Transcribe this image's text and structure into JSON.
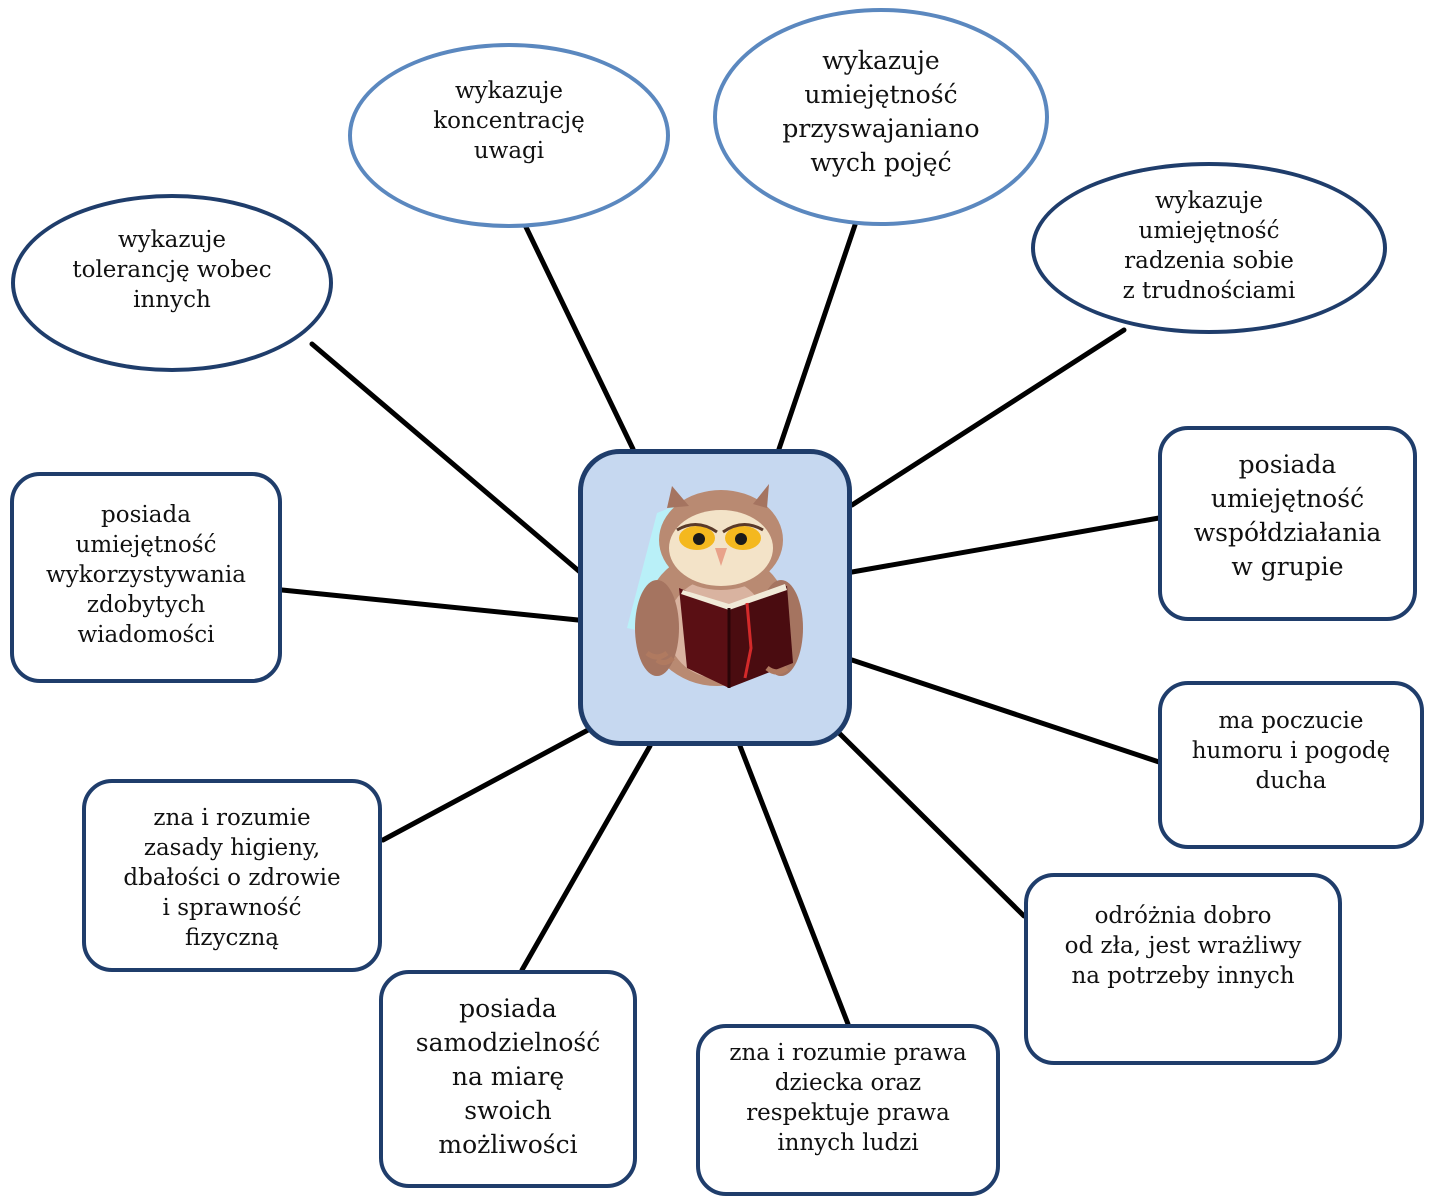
{
  "diagram": {
    "center": {
      "icon": "owl-reading-book-icon"
    },
    "nodes": [
      {
        "id": "tolerance",
        "text": "wykazuje\ntolerancję wobec\ninnych"
      },
      {
        "id": "concentration",
        "text": "wykazuje\nkoncentrację\nuwagi"
      },
      {
        "id": "concepts",
        "text": "wykazuje\numiejętność\nprzyswajaniano\nwych pojęć"
      },
      {
        "id": "difficulties",
        "text": "wykazuje\numiejętność\nradzenia sobie\nz trudnościami"
      },
      {
        "id": "knowledge",
        "text": "posiada\numiejętność\nwykorzystywania\nzdobytych\nwiadomości"
      },
      {
        "id": "cooperation",
        "text": "posiada\numiejętność\nwspółdziałania\nw grupie"
      },
      {
        "id": "humor",
        "text": "ma poczucie\nhumoru i pogodę\nducha"
      },
      {
        "id": "hygiene",
        "text": "zna i rozumie\nzasady higieny,\ndbałości o zdrowie\ni sprawność\nfizyczną"
      },
      {
        "id": "good-evil",
        "text": "odróżnia dobro\nod zła, jest wrażliwy\nna potrzeby innych"
      },
      {
        "id": "independence",
        "text": "posiada\nsamodzielność\nna miarę\nswoich\nmożliwości"
      },
      {
        "id": "rights",
        "text": "zna i rozumie prawa\ndziecka oraz\nrespektuje prawa\ninnych ludzi"
      }
    ]
  }
}
